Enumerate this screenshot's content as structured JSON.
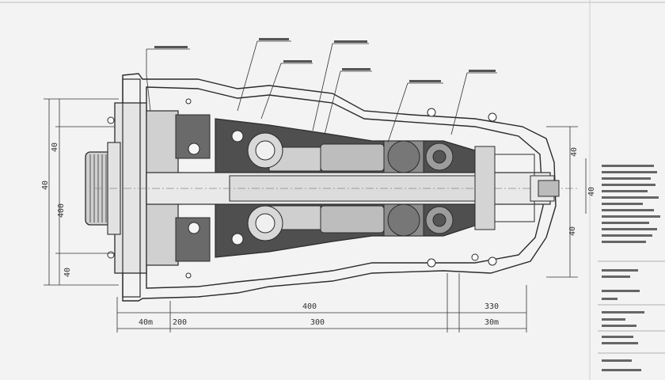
{
  "dimensions": {
    "bottom_left_a": "40m",
    "bottom_left_b": "200",
    "bottom_mid_top": "400",
    "bottom_mid": "300",
    "bottom_right_top": "330",
    "bottom_right": "30m",
    "left_outer": "40",
    "left_mid": "40",
    "left_inner": "400",
    "left_low": "40",
    "right_top": "40",
    "right_mid": "40",
    "right_low": "40"
  },
  "callouts": [
    "",
    "",
    "",
    "",
    "",
    "",
    ""
  ],
  "colors": {
    "line": "#2b2b2b",
    "fill_dark": "#5a5a5a",
    "fill_mid": "#9a9a9a",
    "fill_light": "#d8d8d8",
    "paper": "#f3f3f3"
  }
}
